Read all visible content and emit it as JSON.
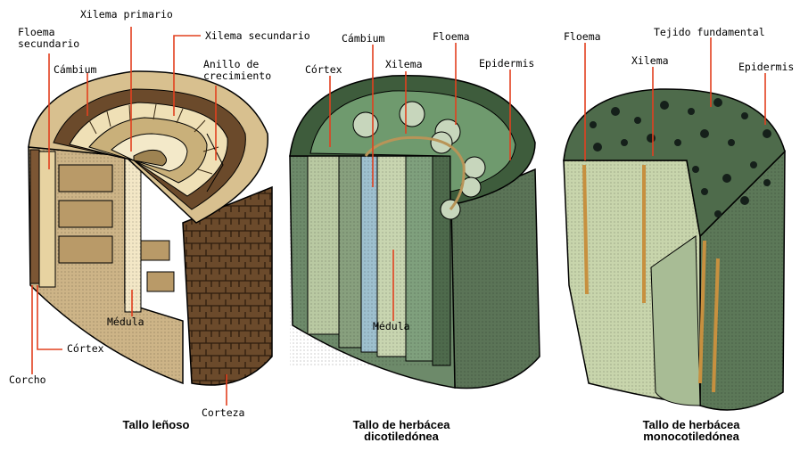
{
  "colors": {
    "leader": "#e2401f",
    "woody_bark": "#6b4a2b",
    "woody_cream": "#ead8a8",
    "green_dark": "#3e5c3c",
    "green_mid": "#5f8660",
    "green_light": "#b4c9a0",
    "xylem_blue": "#8fb8c8"
  },
  "woody": {
    "xilema_primario": "Xilema primario",
    "floema_secundario": "Floema\nsecundario",
    "xilema_secundario": "Xilema secundario",
    "cambium": "Cámbium",
    "anillo": "Anillo de\ncrecimiento",
    "medula": "Médula",
    "cortex": "Córtex",
    "corcho": "Corcho",
    "corteza": "Corteza",
    "caption": "Tallo leñoso"
  },
  "dicot": {
    "cambium": "Cámbium",
    "floema": "Floema",
    "xilema": "Xilema",
    "cortex": "Córtex",
    "epidermis": "Epidermis",
    "medula": "Médula",
    "caption": "Tallo de herbácea\ndicotiledónea"
  },
  "monocot": {
    "floema": "Floema",
    "tejido": "Tejido fundamental",
    "xilema": "Xilema",
    "epidermis": "Epidermis",
    "caption": "Tallo de herbácea\nmonocotiledónea"
  }
}
